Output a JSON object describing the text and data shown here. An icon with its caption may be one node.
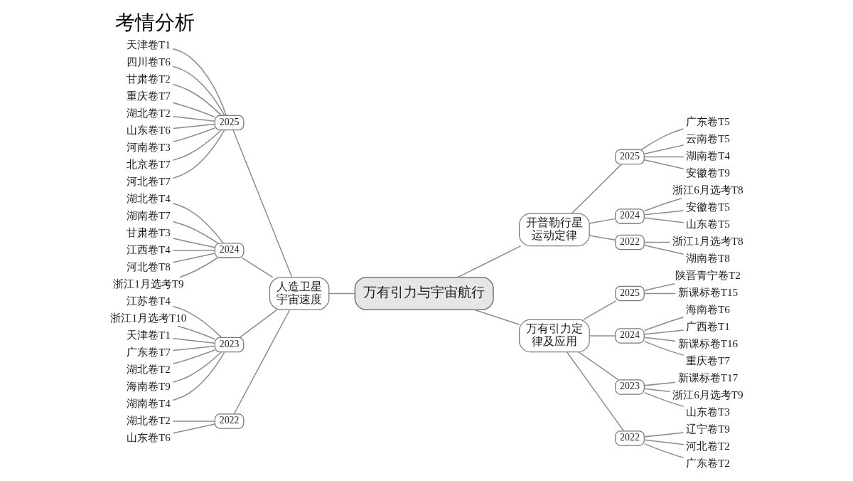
{
  "diagram": {
    "title": "考情分析",
    "nodes": [
      {
        "text": [
          "万有引力与宇宙航行"
        ]
      },
      {
        "text": [
          "人造卫星宇宙速度"
        ]
      },
      {
        "text": [
          "2025"
        ]
      },
      {
        "text": [
          "天津卷T1"
        ]
      },
      {
        "text": [
          "四川卷T6"
        ]
      },
      {
        "text": [
          "甘肃卷T2"
        ]
      },
      {
        "text": [
          "重庆卷T7"
        ]
      },
      {
        "text": [
          "湖北卷T2"
        ]
      },
      {
        "text": [
          "山东卷T6"
        ]
      },
      {
        "text": [
          "河南卷T3"
        ]
      },
      {
        "text": [
          "北京卷T7"
        ]
      },
      {
        "text": [
          "河北卷T7"
        ]
      },
      {
        "text": [
          "2024"
        ]
      },
      {
        "text": [
          "湖北卷T4"
        ]
      },
      {
        "text": [
          "湖南卷T7"
        ]
      },
      {
        "text": [
          "甘肃卷T3"
        ]
      },
      {
        "text": [
          "江西卷T4"
        ]
      },
      {
        "text": [
          "河北卷T8"
        ]
      },
      {
        "text": [
          "浙江1月选考T9"
        ]
      },
      {
        "text": [
          "2023"
        ]
      },
      {
        "text": [
          "江苏卷T4"
        ]
      },
      {
        "text": [
          "浙江1月选考T10"
        ]
      },
      {
        "text": [
          "天津卷T1"
        ]
      },
      {
        "text": [
          "广东卷T7"
        ]
      },
      {
        "text": [
          "湖北卷T2"
        ]
      },
      {
        "text": [
          "海南卷T9"
        ]
      },
      {
        "text": [
          "湖南卷T4"
        ]
      },
      {
        "text": [
          "2022"
        ]
      },
      {
        "text": [
          "湖北卷T2"
        ]
      },
      {
        "text": [
          "山东卷T6"
        ]
      },
      {
        "text": [
          "开普勒行星运动定律"
        ]
      },
      {
        "text": [
          "2025"
        ]
      },
      {
        "text": [
          "广东卷T5"
        ]
      },
      {
        "text": [
          "云南卷T5"
        ]
      },
      {
        "text": [
          "湖南卷T4"
        ]
      },
      {
        "text": [
          "安徽卷T9"
        ]
      },
      {
        "text": [
          "2024"
        ]
      },
      {
        "text": [
          "浙江6月选考T8"
        ]
      },
      {
        "text": [
          "安徽卷T5"
        ]
      },
      {
        "text": [
          "山东卷T5"
        ]
      },
      {
        "text": [
          "2022"
        ]
      },
      {
        "text": [
          "浙江1月选考T8"
        ]
      },
      {
        "text": [
          "湖南卷T8"
        ]
      },
      {
        "text": [
          "万有引力定律及应用"
        ]
      },
      {
        "text": [
          "2025"
        ]
      },
      {
        "text": [
          "陕晋青宁卷T2"
        ]
      },
      {
        "text": [
          "新课标卷T15"
        ]
      },
      {
        "text": [
          "2024"
        ]
      },
      {
        "text": [
          "海南卷T6"
        ]
      },
      {
        "text": [
          "广西卷T1"
        ]
      },
      {
        "text": [
          "新课标卷T16"
        ]
      },
      {
        "text": [
          "重庆卷T7"
        ]
      },
      {
        "text": [
          "2023"
        ]
      },
      {
        "text": [
          "新课标卷T17"
        ]
      },
      {
        "text": [
          "浙江6月选考T9"
        ]
      },
      {
        "text": [
          "山东卷T3"
        ]
      },
      {
        "text": [
          "2022"
        ]
      },
      {
        "text": [
          "辽宁卷T9"
        ]
      },
      {
        "text": [
          "河北卷T2"
        ]
      },
      {
        "text": [
          "广东卷T2"
        ]
      }
    ],
    "edges": [
      {
        "from": 1,
        "to": 0,
        "arrow": "none"
      },
      {
        "from": 2,
        "to": 1,
        "arrow": "none"
      },
      {
        "from": 3,
        "to": 2,
        "arrow": "none"
      },
      {
        "from": 4,
        "to": 2,
        "arrow": "none"
      },
      {
        "from": 5,
        "to": 2,
        "arrow": "none"
      },
      {
        "from": 6,
        "to": 2,
        "arrow": "none"
      },
      {
        "from": 7,
        "to": 2,
        "arrow": "none"
      },
      {
        "from": 8,
        "to": 2,
        "arrow": "none"
      },
      {
        "from": 9,
        "to": 2,
        "arrow": "none"
      },
      {
        "from": 10,
        "to": 2,
        "arrow": "none"
      },
      {
        "from": 11,
        "to": 2,
        "arrow": "none"
      },
      {
        "from": 12,
        "to": 1,
        "arrow": "none"
      },
      {
        "from": 13,
        "to": 12,
        "arrow": "none"
      },
      {
        "from": 14,
        "to": 12,
        "arrow": "none"
      },
      {
        "from": 15,
        "to": 12,
        "arrow": "none"
      },
      {
        "from": 16,
        "to": 12,
        "arrow": "none"
      },
      {
        "from": 17,
        "to": 12,
        "arrow": "none"
      },
      {
        "from": 18,
        "to": 12,
        "arrow": "none"
      },
      {
        "from": 19,
        "to": 1,
        "arrow": "none"
      },
      {
        "from": 20,
        "to": 19,
        "arrow": "none"
      },
      {
        "from": 21,
        "to": 19,
        "arrow": "none"
      },
      {
        "from": 22,
        "to": 19,
        "arrow": "none"
      },
      {
        "from": 23,
        "to": 19,
        "arrow": "none"
      },
      {
        "from": 24,
        "to": 19,
        "arrow": "none"
      },
      {
        "from": 25,
        "to": 19,
        "arrow": "none"
      },
      {
        "from": 26,
        "to": 19,
        "arrow": "none"
      },
      {
        "from": 27,
        "to": 1,
        "arrow": "none"
      },
      {
        "from": 28,
        "to": 27,
        "arrow": "none"
      },
      {
        "from": 29,
        "to": 27,
        "arrow": "none"
      },
      {
        "from": 0,
        "to": 30,
        "arrow": "none"
      },
      {
        "from": 30,
        "to": 31,
        "arrow": "none"
      },
      {
        "from": 31,
        "to": 32,
        "arrow": "none"
      },
      {
        "from": 31,
        "to": 33,
        "arrow": "none"
      },
      {
        "from": 31,
        "to": 34,
        "arrow": "none"
      },
      {
        "from": 31,
        "to": 35,
        "arrow": "none"
      },
      {
        "from": 30,
        "to": 36,
        "arrow": "none"
      },
      {
        "from": 36,
        "to": 37,
        "arrow": "none"
      },
      {
        "from": 36,
        "to": 38,
        "arrow": "none"
      },
      {
        "from": 36,
        "to": 39,
        "arrow": "none"
      },
      {
        "from": 30,
        "to": 40,
        "arrow": "none"
      },
      {
        "from": 40,
        "to": 41,
        "arrow": "none"
      },
      {
        "from": 40,
        "to": 42,
        "arrow": "none"
      },
      {
        "from": 0,
        "to": 43,
        "arrow": "none"
      },
      {
        "from": 43,
        "to": 44,
        "arrow": "none"
      },
      {
        "from": 44,
        "to": 45,
        "arrow": "none"
      },
      {
        "from": 44,
        "to": 46,
        "arrow": "none"
      },
      {
        "from": 43,
        "to": 47,
        "arrow": "none"
      },
      {
        "from": 47,
        "to": 48,
        "arrow": "none"
      },
      {
        "from": 47,
        "to": 49,
        "arrow": "none"
      },
      {
        "from": 47,
        "to": 50,
        "arrow": "none"
      },
      {
        "from": 47,
        "to": 51,
        "arrow": "none"
      },
      {
        "from": 43,
        "to": 52,
        "arrow": "none"
      },
      {
        "from": 52,
        "to": 53,
        "arrow": "none"
      },
      {
        "from": 52,
        "to": 54,
        "arrow": "none"
      },
      {
        "from": 52,
        "to": 55,
        "arrow": "none"
      },
      {
        "from": 43,
        "to": 56,
        "arrow": "none"
      },
      {
        "from": 56,
        "to": 57,
        "arrow": "none"
      },
      {
        "from": 56,
        "to": 58,
        "arrow": "none"
      },
      {
        "from": 56,
        "to": 59,
        "arrow": "none"
      }
    ]
  }
}
